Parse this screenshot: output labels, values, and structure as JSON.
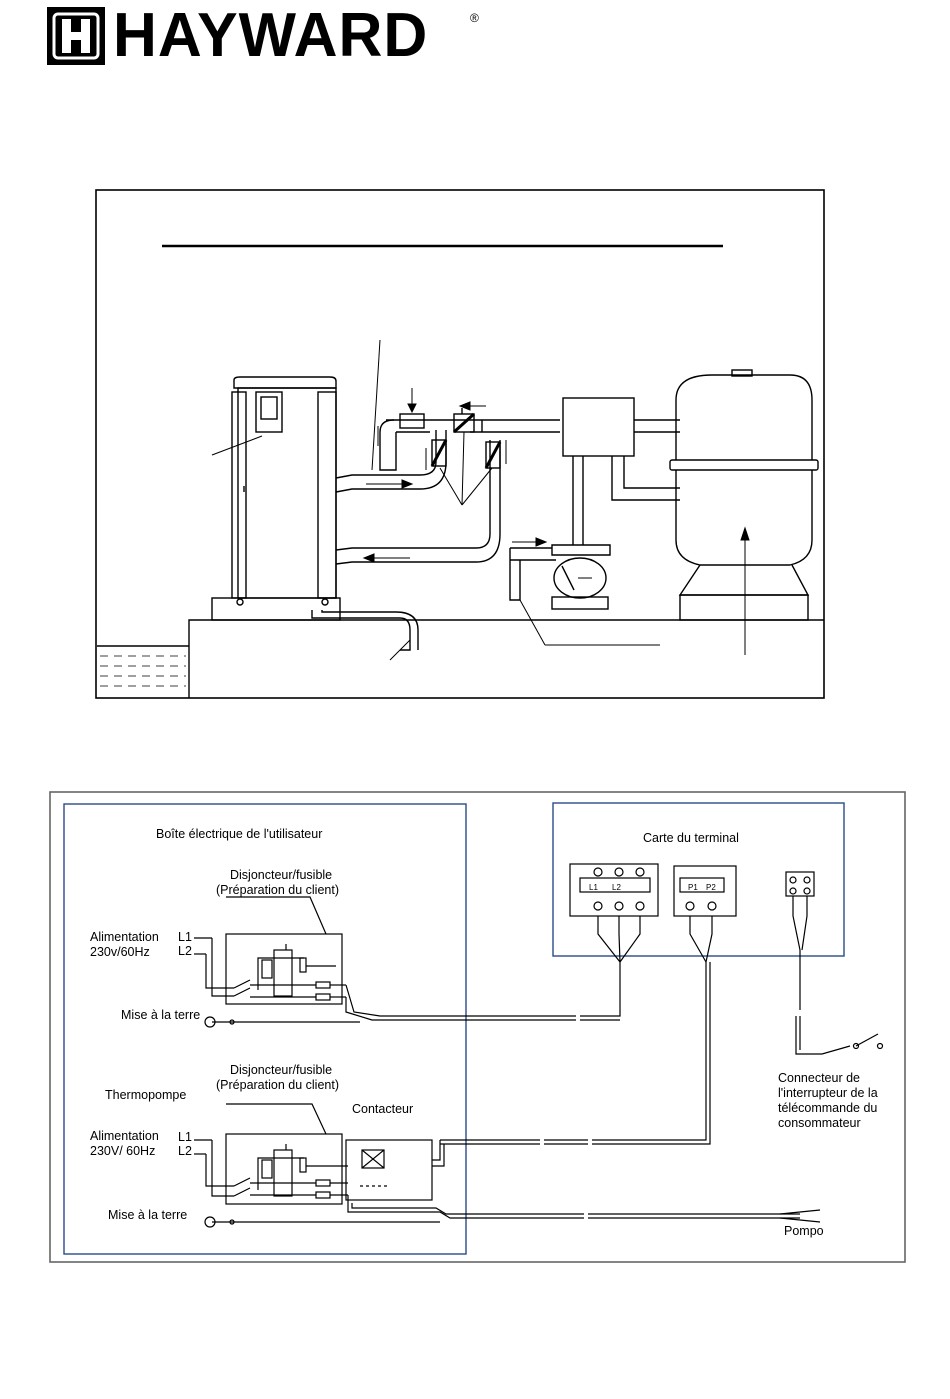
{
  "brand": {
    "name": "HAYWARD",
    "registered": "®"
  },
  "wiring": {
    "user_box_title": "Boîte électrique de l'utilisateur",
    "breaker_label_1": "Disjoncteur/fusible",
    "breaker_label_2": "(Préparation du client)",
    "power_1": "Alimentation",
    "power_voltage_1": "230v/60Hz",
    "l1": "L1",
    "l2": "L2",
    "ground": "Mise à la terre",
    "heatpump": "Thermopompe",
    "contactor": "Contacteur",
    "power_2": "Alimentation",
    "power_voltage_2": "230V/ 60Hz",
    "terminal_board": "Carte du terminal",
    "terminal_l1": "L1",
    "terminal_l2": "L2",
    "terminal_p1": "P1",
    "terminal_p2": "P2",
    "remote_switch": "Connecteur de l'interrupteur de la télécommande du consommateur",
    "pump": "Pompo"
  }
}
